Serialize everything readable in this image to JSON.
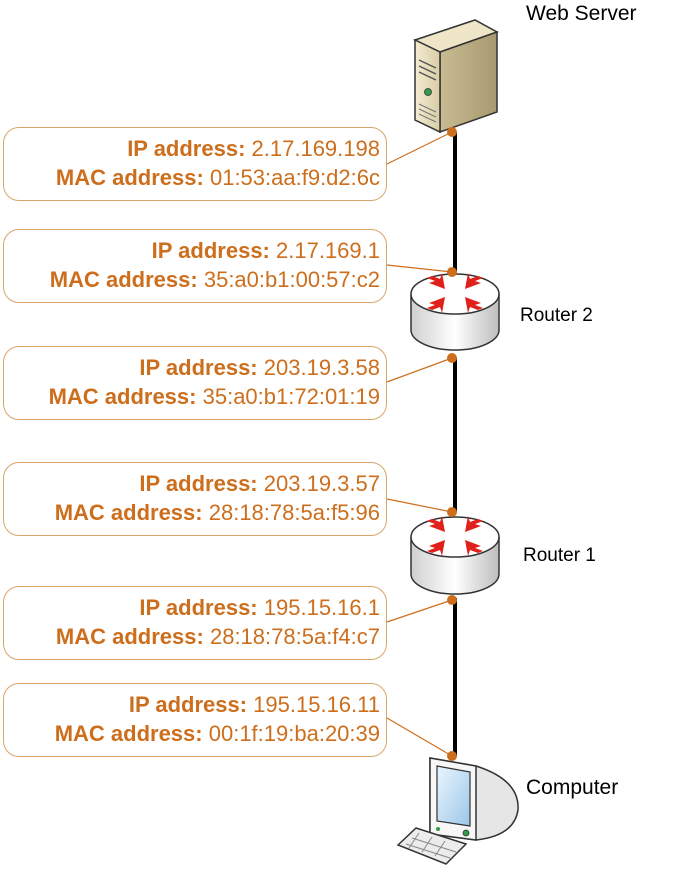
{
  "colors": {
    "accent": "#cd6e1c",
    "box_border": "#d9a46a",
    "link": "#000000",
    "router_arrow": "#e0201b"
  },
  "nodes": {
    "web_server": {
      "label": "Web Server",
      "icon": "server-icon"
    },
    "router2": {
      "label": "Router 2",
      "icon": "router-icon"
    },
    "router1": {
      "label": "Router 1",
      "icon": "router-icon"
    },
    "computer": {
      "label": "Computer",
      "icon": "computer-icon"
    }
  },
  "interfaces": [
    {
      "ip_label": "IP address:",
      "ip": "2.17.169.198",
      "mac_label": "MAC address:",
      "mac": "01:53:aa:f9:d2:6c"
    },
    {
      "ip_label": "IP address:",
      "ip": "2.17.169.1",
      "mac_label": "MAC address:",
      "mac": "35:a0:b1:00:57:c2"
    },
    {
      "ip_label": "IP address:",
      "ip": "203.19.3.58",
      "mac_label": "MAC address:",
      "mac": "35:a0:b1:72:01:19"
    },
    {
      "ip_label": "IP address:",
      "ip": "203.19.3.57",
      "mac_label": "MAC address:",
      "mac": "28:18:78:5a:f5:96"
    },
    {
      "ip_label": "IP address:",
      "ip": "195.15.16.1",
      "mac_label": "MAC address:",
      "mac": "28:18:78:5a:f4:c7"
    },
    {
      "ip_label": "IP address:",
      "ip": "195.15.16.11",
      "mac_label": "MAC address:",
      "mac": "00:1f:19:ba:20:39"
    }
  ]
}
